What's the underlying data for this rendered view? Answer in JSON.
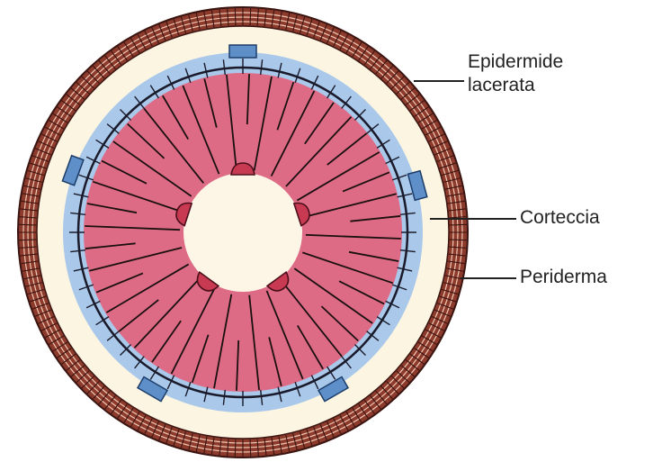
{
  "labels": {
    "epidermide_line1": "Epidermide",
    "epidermide_line2": "lacerata",
    "corteccia": "Corteccia",
    "periderma": "Periderma"
  },
  "colors": {
    "periderm_brown": "#8c3a2c",
    "periderm_line": "#3a1410",
    "cortex_cream": "#fbf5e2",
    "phloem_blue": "#a9c8ea",
    "phloem_dark": "#5f8fc8",
    "xylem_pink": "#de6b86",
    "pith_cream": "#fdf6e6",
    "protoxylem_red": "#c83a52",
    "ray_line": "#1a1010"
  }
}
